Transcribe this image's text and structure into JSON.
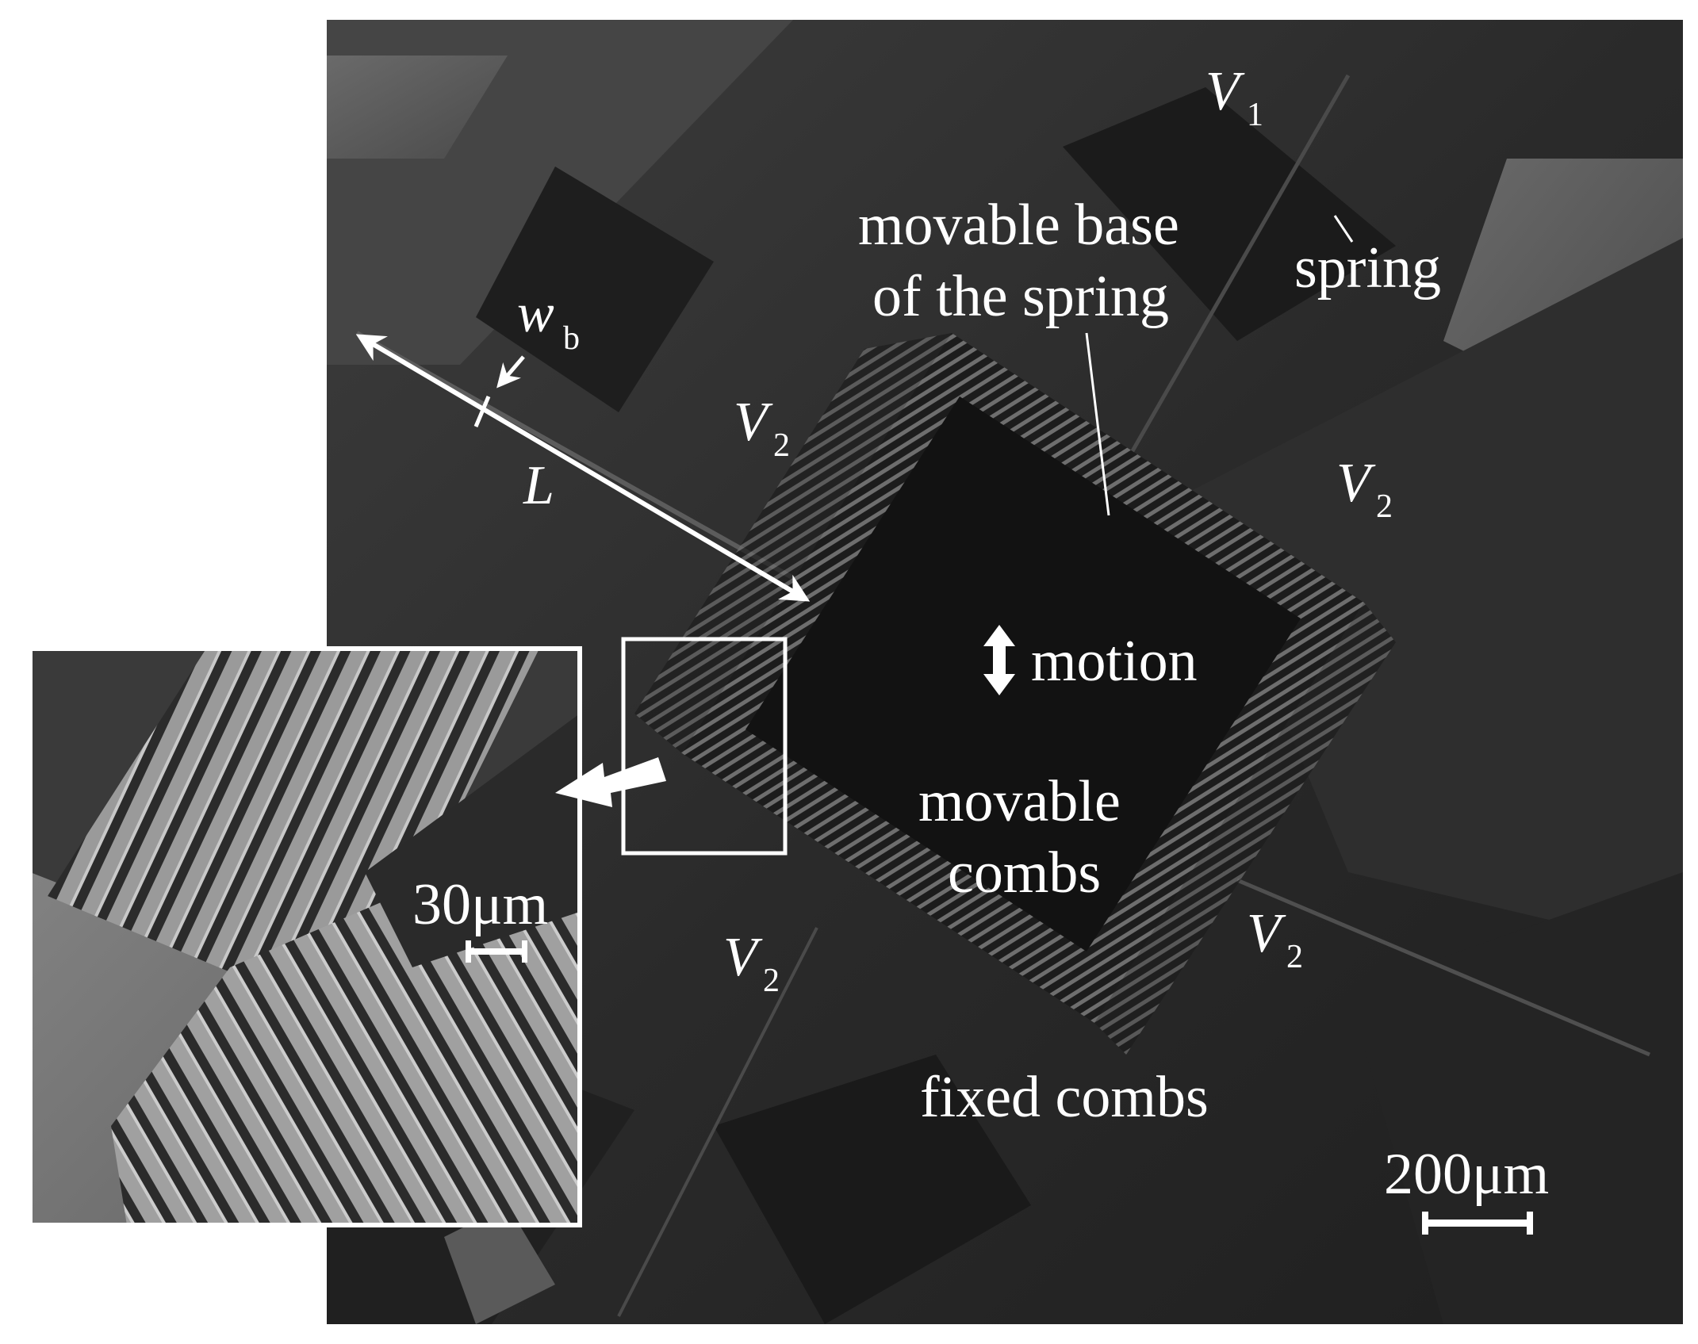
{
  "figure": {
    "labels": {
      "movable_base_line1": "movable base",
      "movable_base_line2": "of the spring",
      "spring": "spring",
      "motion": "motion",
      "movable_combs_line1": "movable",
      "movable_combs_line2": "combs",
      "fixed_combs": "fixed combs",
      "L": "L",
      "w": "w",
      "w_sub": "b",
      "V": "V",
      "V1_sub": "1",
      "V2_sub": "2"
    },
    "scale_bars": {
      "main": "200μm",
      "inset": "30μm"
    }
  }
}
